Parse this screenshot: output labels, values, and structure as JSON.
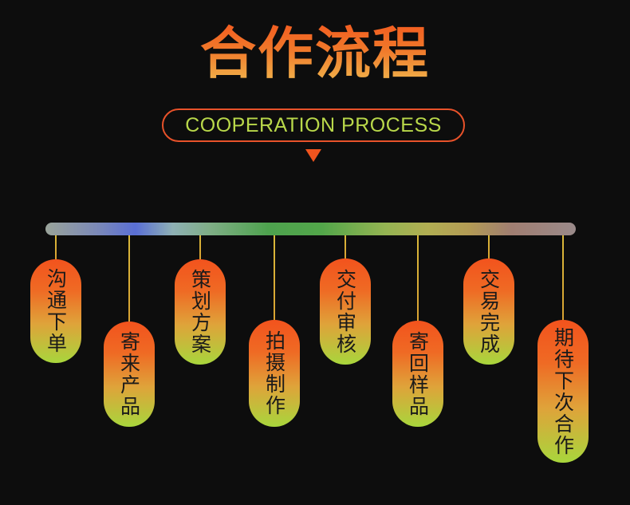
{
  "title": "合作流程",
  "subtitle": "COOPERATION PROCESS",
  "steps": [
    {
      "label": "沟通下单"
    },
    {
      "label": "寄来产品"
    },
    {
      "label": "策划方案"
    },
    {
      "label": "拍摄制作"
    },
    {
      "label": "交付审核"
    },
    {
      "label": "寄回样品"
    },
    {
      "label": "交易完成"
    },
    {
      "label": "期待下次合作"
    }
  ],
  "colors": {
    "title_top": "#f3571e",
    "title_bottom": "#f1c052",
    "subtitle_text": "#b9d84a",
    "subtitle_border": "#e8522a",
    "pill_top": "#f2531d",
    "pill_bottom": "#a8d63c",
    "label_text": "#1a1a1a",
    "background": "#0d0d0d"
  },
  "icons": {
    "pointer": "down-triangle-icon"
  }
}
